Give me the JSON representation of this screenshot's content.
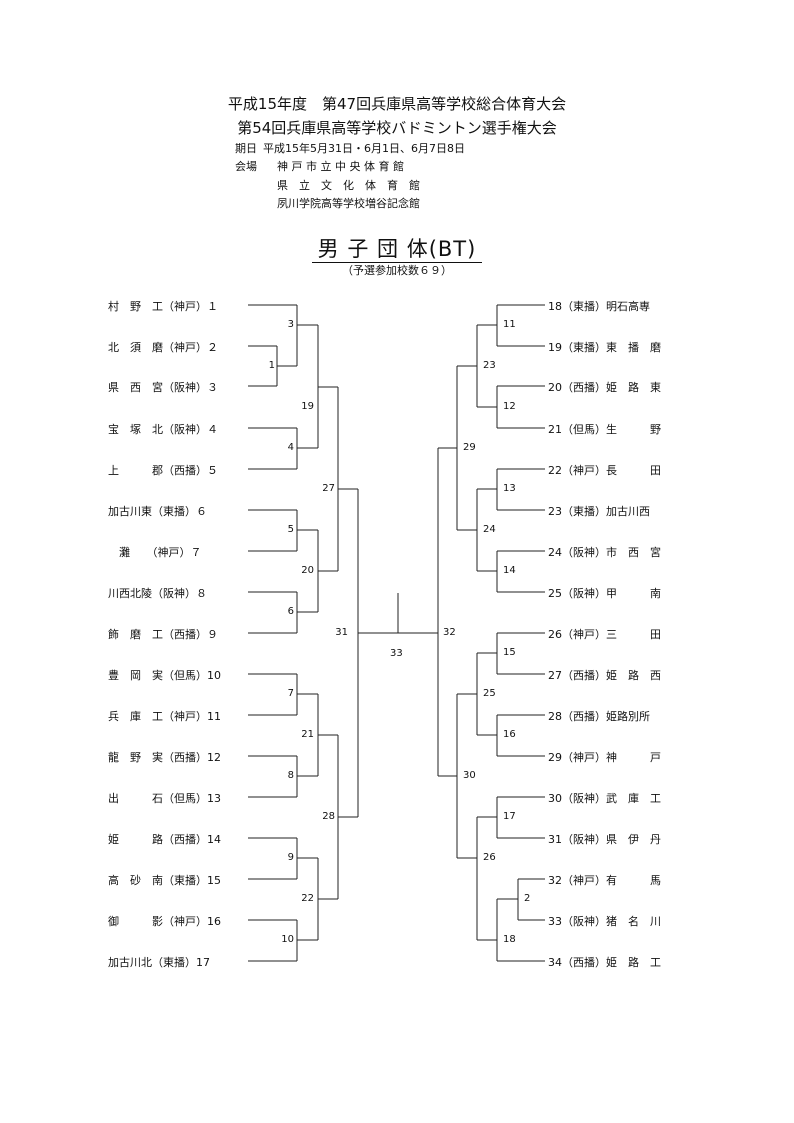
{
  "header": {
    "title_line1": "平成15年度　第47回兵庫県高等学校総合体育大会",
    "title_line2": "第54回兵庫県高等学校バドミントン選手権大会",
    "period_label": "期日",
    "period_value": "平成15年5月31日・6月1日、6月7日8日",
    "venue_label": "会場",
    "venues": [
      "神 戸 市 立 中 央 体 育 館",
      "県　立　文　化　体　育　館",
      "夙川学院高等学校増谷記念館"
    ]
  },
  "event": {
    "title": "男 子 団 体(BT)",
    "subtitle": "（予選参加校数６９）"
  },
  "bracket": {
    "left_teams": [
      "村　野　工（神戸）１",
      "北　須　磨（神戸）２",
      "県　西　宮（阪神）３",
      "宝　塚　北（阪神）４",
      "上　　　郡（西播）５",
      "加古川東（東播）６",
      "　灘　　（神戸）７",
      "川西北陵（阪神）８",
      "飾　磨　工（西播）９",
      "豊　岡　実（但馬）10",
      "兵　庫　工（神戸）11",
      "龍　野　実（西播）12",
      "出　　　石（但馬）13",
      "姫　　　路（西播）14",
      "高　砂　南（東播）15",
      "御　　　影（神戸）16",
      "加古川北（東播）17"
    ],
    "right_teams": [
      "18（東播）明石高専",
      "19（東播）東　播　磨",
      "20（西播）姫　路　東",
      "21（但馬）生　　　野",
      "22（神戸）長　　　田",
      "23（東播）加古川西",
      "24（阪神）市　西　宮",
      "25（阪神）甲　　　南",
      "26（神戸）三　　　田",
      "27（西播）姫　路　西",
      "28（西播）姫路別所",
      "29（神戸）神　　　戸",
      "30（阪神）武　庫　工",
      "31（阪神）県　伊　丹",
      "32（神戸）有　　　馬",
      "33（阪神）猪　名　川",
      "34（西播）姫　路　工"
    ],
    "match_numbers": [
      "1",
      "2",
      "3",
      "4",
      "5",
      "6",
      "7",
      "8",
      "9",
      "10",
      "11",
      "12",
      "13",
      "14",
      "15",
      "16",
      "17",
      "18",
      "19",
      "20",
      "21",
      "22",
      "23",
      "24",
      "25",
      "26",
      "27",
      "28",
      "29",
      "30",
      "31",
      "32",
      "33"
    ]
  }
}
